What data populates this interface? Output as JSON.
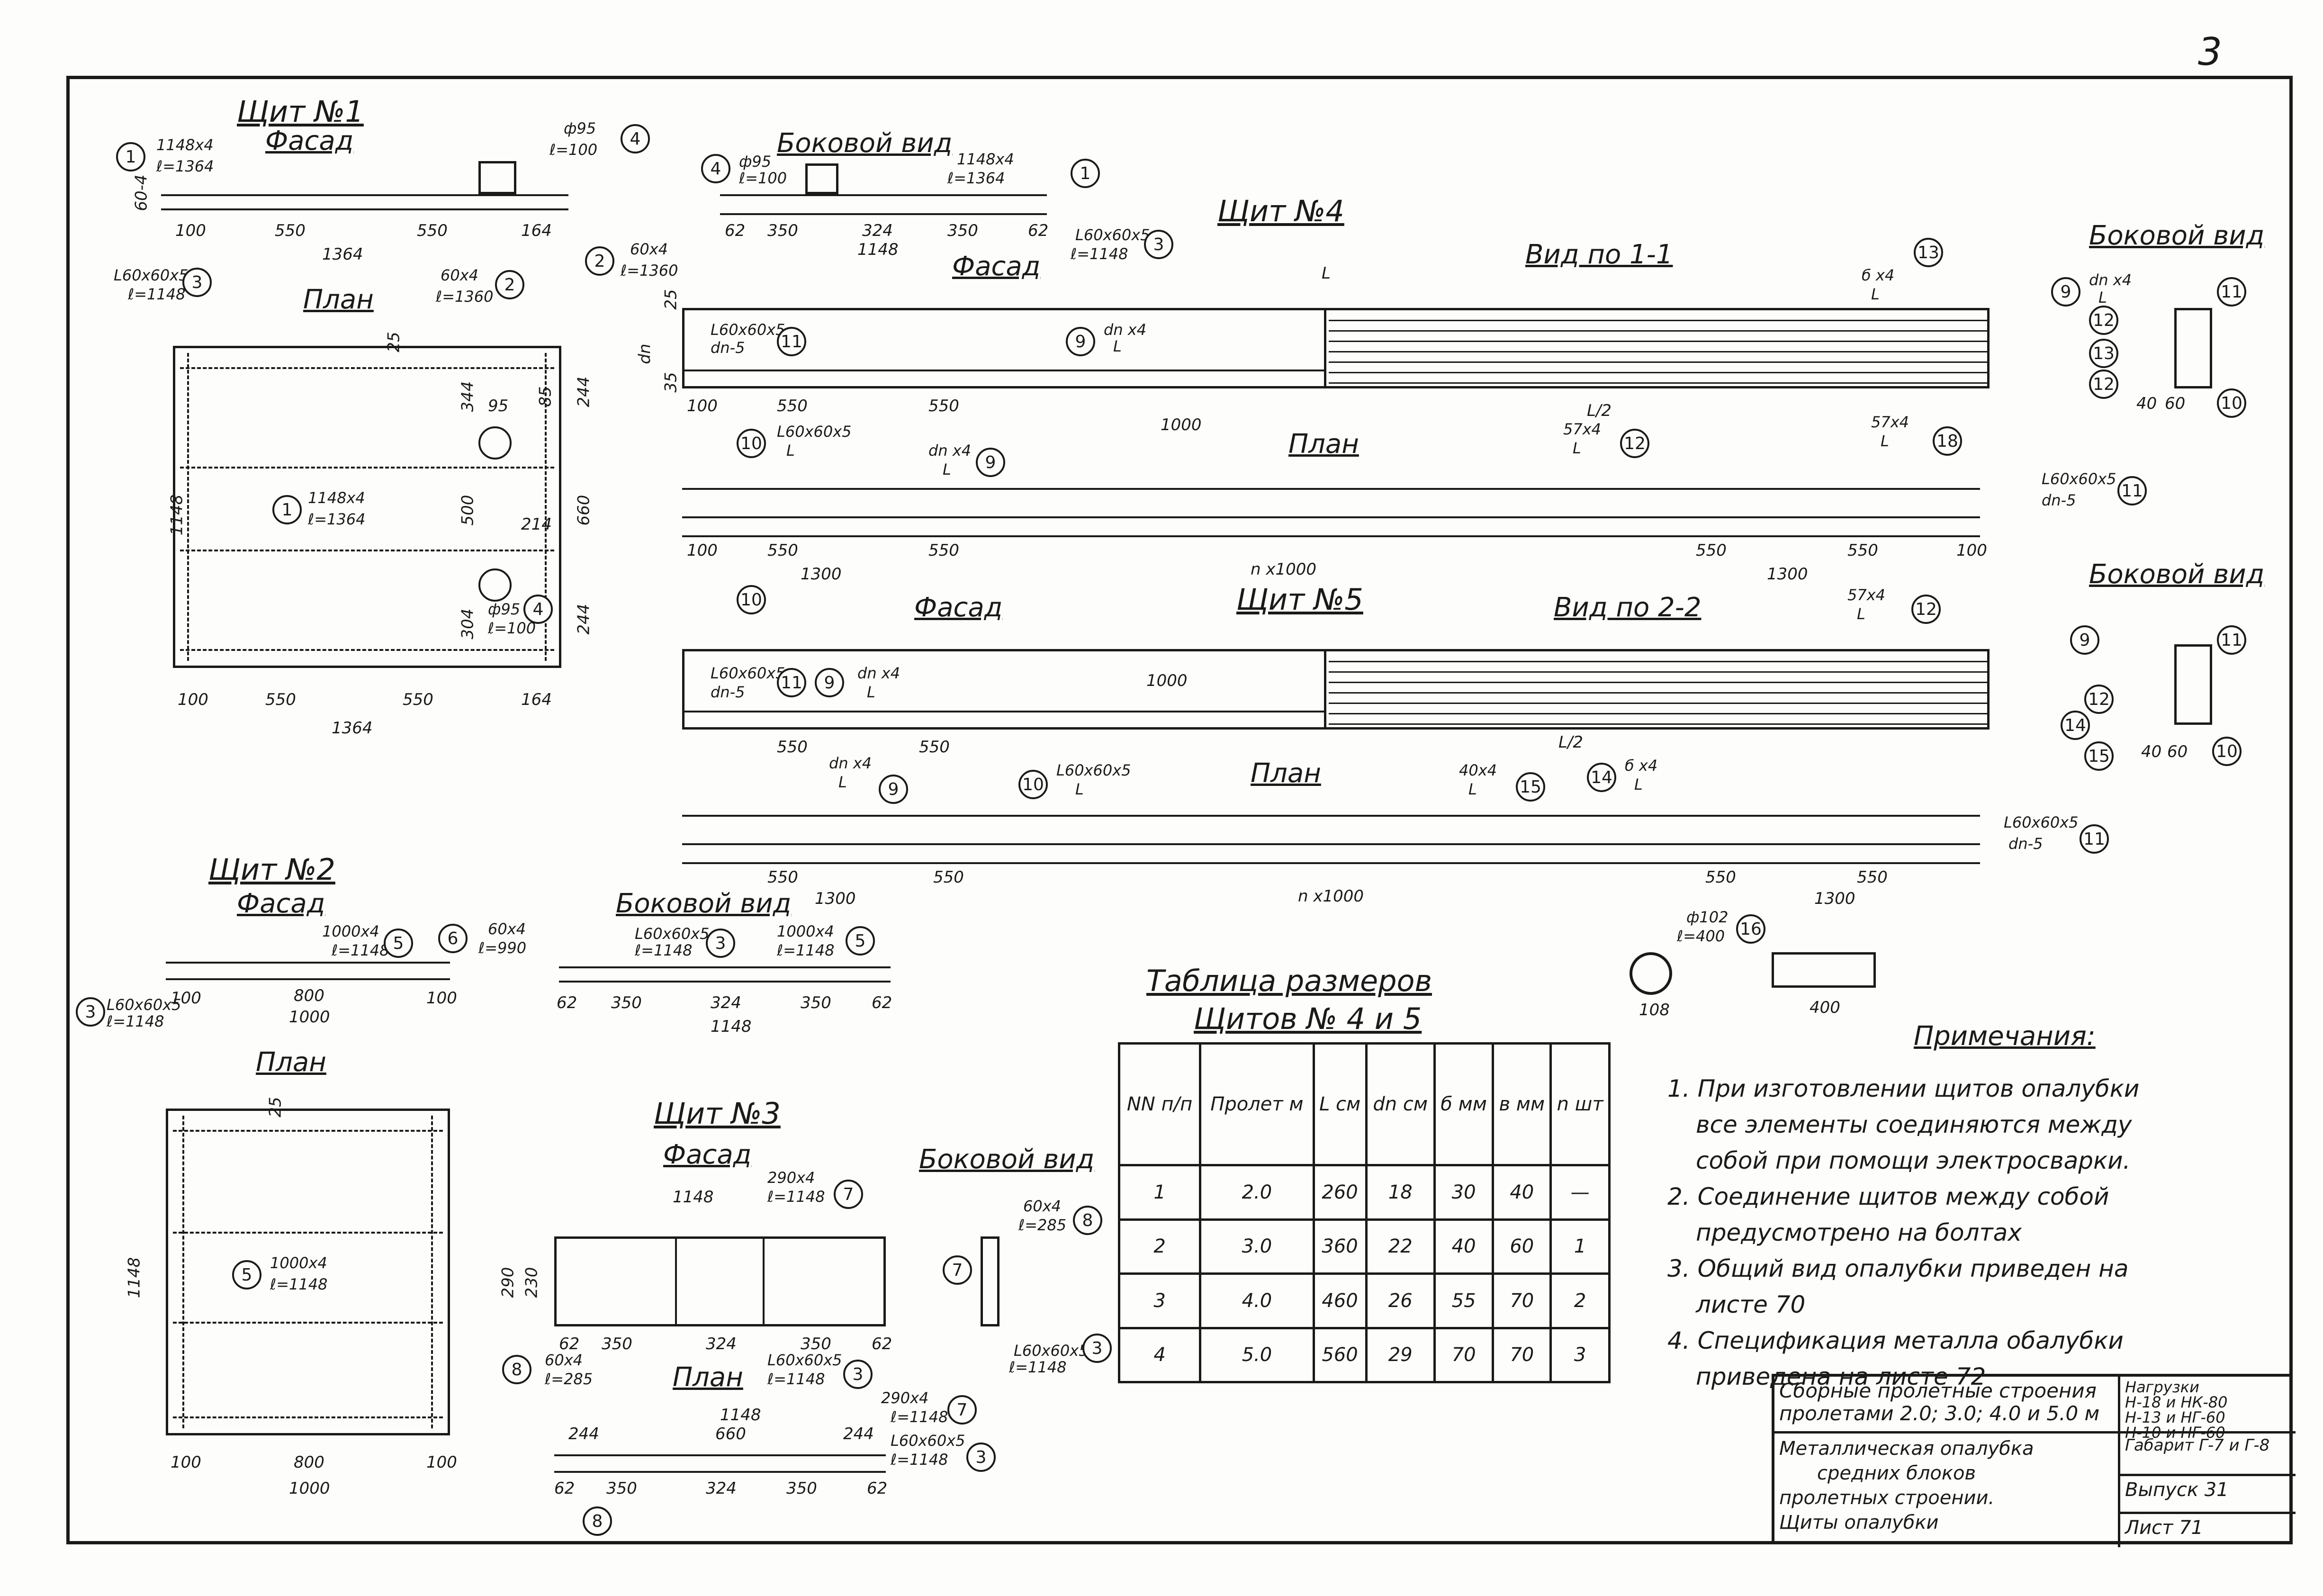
{
  "sheet_corner": "3",
  "shield1": {
    "title": "Щит №1",
    "facade": "Фасад",
    "plan": "План",
    "callout1": "1148x4",
    "callout1b": "ℓ=1364",
    "callout4": "ф95",
    "callout4b": "ℓ=100",
    "callout3": "L60x60x5",
    "callout3b": "ℓ=1148",
    "callout2": "60x4",
    "callout2b": "ℓ=1360",
    "d100": "100",
    "d550a": "550",
    "d550b": "550",
    "d164": "164",
    "d1364": "1364",
    "plan_label": "1148x4",
    "plan_label_b": "ℓ=1364",
    "h1148": "1148",
    "d244a": "244",
    "d660": "660",
    "d244b": "244",
    "d344": "344",
    "d95": "95",
    "d500": "500",
    "d214": "214",
    "d304": "304",
    "p_callout4": "ф95",
    "p_callout4b": "ℓ=100",
    "d25": "25",
    "d85": "85"
  },
  "side_view1": {
    "title": "Боковой вид",
    "c4": "ф95",
    "c4b": "ℓ=100",
    "c1": "1148x4",
    "c1b": "ℓ=1364",
    "c2": "60x4",
    "c2b": "ℓ=1360",
    "c3": "L60x60x5",
    "c3b": "ℓ=1148",
    "d62": "62",
    "d350": "350",
    "d324": "324",
    "d350b": "350",
    "d62b": "62",
    "d1148": "1148",
    "v604": "60-4"
  },
  "shield4": {
    "title": "Щит №4",
    "facade": "Фасад",
    "view11": "Вид по 1-1",
    "plan": "План",
    "L": "L",
    "c11": "L60x60x5",
    "c11b": "dn-5",
    "c9": "dn x4",
    "c9b": "L",
    "c10": "L60x60x5",
    "c10b": "L",
    "c13": "б x4",
    "c13b": "L",
    "c18": "57x4",
    "c18b": "L",
    "c12": "57x4",
    "c12b": "L",
    "L2": "L/2",
    "d100": "100",
    "d550": "550",
    "d1000": "1000",
    "d1300": "1300",
    "nx1000": "n x1000",
    "dn": "dn",
    "d25": "25",
    "d35": "35"
  },
  "shield5": {
    "title": "Щит №5",
    "facade": "Фасад",
    "view22": "Вид по 2-2",
    "plan": "План",
    "c11": "L60x60x5",
    "c11b": "dn-5",
    "c9": "dn x4",
    "c9b": "L",
    "c10": "L60x60x5",
    "c10b": "L",
    "c12": "57x4",
    "c12b": "L",
    "c15": "40x4",
    "c15b": "L",
    "c14": "б x4",
    "c14b": "L",
    "d1000": "1000",
    "L2": "L/2",
    "nx1000": "n x1000"
  },
  "side_view_r1": {
    "title": "Боковой вид",
    "c9": "dn x4",
    "c9b": "L",
    "d40": "40",
    "d60": "60"
  },
  "side_view_r2": {
    "title": "Боковой вид",
    "d40": "40",
    "d60": "60"
  },
  "shield2": {
    "title": "Щит №2",
    "facade": "Фасад",
    "plan": "План",
    "c5": "1000x4",
    "c5b": "ℓ=1148",
    "c6": "60x4",
    "c6b": "ℓ=990",
    "c3": "L60x60x5",
    "c3b": "ℓ=1148",
    "d100": "100",
    "d800": "800",
    "d1000": "1000",
    "plan_label": "1000x4",
    "plan_label_b": "ℓ=1148",
    "h1148": "1148",
    "d25": "25"
  },
  "side_view2": {
    "title": "Боковой вид",
    "c3": "L60x60x5",
    "c3b": "ℓ=1148",
    "c5": "1000x4",
    "c5b": "ℓ=1148",
    "d62": "62",
    "d350": "350",
    "d324": "324",
    "d1148": "1148"
  },
  "shield3": {
    "title": "Щит №3",
    "facade": "Фасад",
    "side": "Боковой вид",
    "plan": "План",
    "c7": "290x4",
    "c7b": "ℓ=1148",
    "c8": "60x4",
    "c8b": "ℓ=285",
    "c3": "L60x60x5",
    "c3b": "ℓ=1148",
    "d1148": "1148",
    "d290": "290",
    "d230": "230",
    "d62": "62",
    "d350": "350",
    "d324": "324",
    "d244": "244",
    "d660": "660"
  },
  "pipe16": {
    "c": "ф102",
    "cb": "ℓ=400",
    "d108": "108",
    "d400": "400"
  },
  "table": {
    "title1": "Таблица размеров",
    "title2": "Щитов № 4 и 5",
    "headers": [
      "NN п/п",
      "Пролет м",
      "L см",
      "dn см",
      "б мм",
      "в мм",
      "n шт"
    ],
    "rows": [
      [
        "1",
        "2.0",
        "260",
        "18",
        "30",
        "40",
        "—"
      ],
      [
        "2",
        "3.0",
        "360",
        "22",
        "40",
        "60",
        "1"
      ],
      [
        "3",
        "4.0",
        "460",
        "26",
        "55",
        "70",
        "2"
      ],
      [
        "4",
        "5.0",
        "560",
        "29",
        "70",
        "70",
        "3"
      ]
    ]
  },
  "notes": {
    "title": "Примечания:",
    "lines": [
      "1. При изготовлении щитов опалубки",
      "все элементы соединяются между",
      "собой при помощи электросварки.",
      "2. Соединение щитов между собой",
      "предусмотрено на болтах",
      "3. Общий вид опалубки приведен на",
      "листе 70",
      "4. Спецификация металла обалубки",
      "приведена на листе 72"
    ]
  },
  "title_block": {
    "main1": "Сборные пролетные строения",
    "main2": "пролетами 2.0; 3.0; 4.0 и 5.0 м",
    "loads": [
      "Нагрузки",
      "Н-18 и НК-80",
      "Н-13 и НГ-60",
      "Н-10 и НГ-60"
    ],
    "desc": [
      "Металлическая опалубка",
      "средних блоков",
      "пролетных строении.",
      "Щиты опалубки"
    ],
    "gabarit": "Габарит Г-7 и Г-8",
    "issue": "Выпуск 31",
    "sheet": "Лист 71"
  }
}
